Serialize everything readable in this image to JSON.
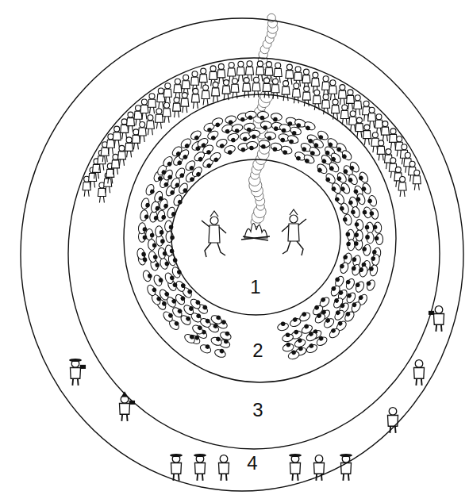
{
  "diagram": {
    "nodes": [
      {
        "text": [
          "4"
        ]
      },
      {
        "text": [
          "3"
        ],
        "in": 0
      },
      {
        "text": [
          "2"
        ],
        "in": 1
      },
      {
        "text": [
          "1"
        ],
        "in": 2
      }
    ]
  }
}
